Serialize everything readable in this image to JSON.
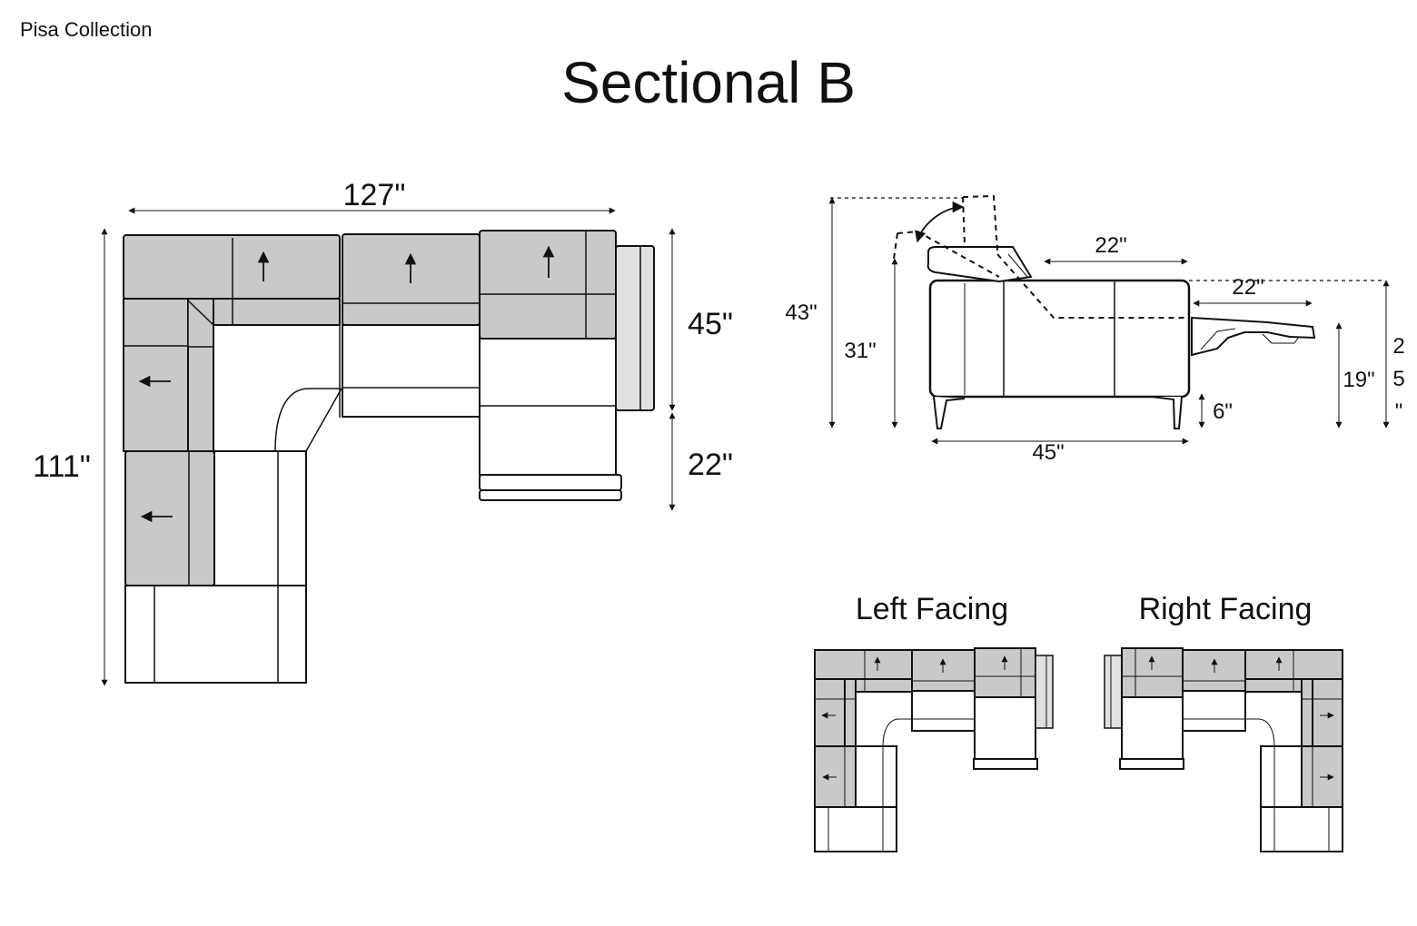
{
  "collection": "Pisa Collection",
  "title": "Sectional B",
  "plan": {
    "width_label": "127\"",
    "depth_label": "111\"",
    "seat_depth_label": "45\"",
    "extension_label": "22\""
  },
  "side_view": {
    "height_label": "43\"",
    "arm_height_label": "31\"",
    "seat_label": "22\"",
    "recline_label": "22\"",
    "extended_height_label": "19\"",
    "extended_total_label": "2\n5\n\"",
    "leg_label": "6\"",
    "depth_label": "45\""
  },
  "variants": {
    "left_label": "Left Facing",
    "right_label": "Right Facing"
  },
  "icons": [
    "arrow-up-icon",
    "arrow-left-icon",
    "arrow-right-icon"
  ]
}
